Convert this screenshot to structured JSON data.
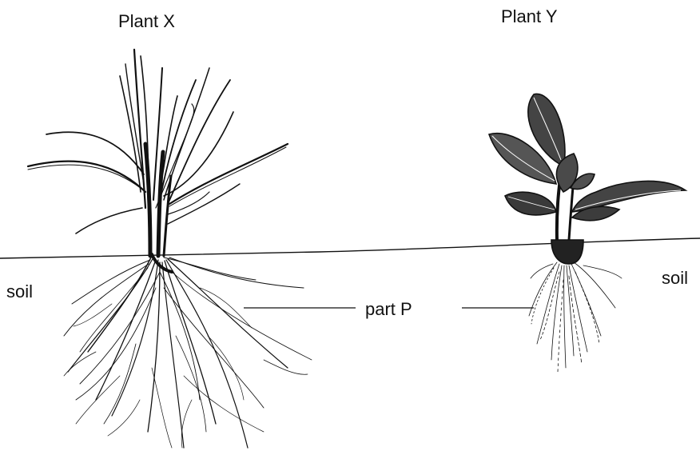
{
  "labels": {
    "plant_x": "Plant X",
    "plant_y": "Plant Y",
    "soil_left": "soil",
    "soil_right": "soil",
    "part_p": "part P"
  },
  "colors": {
    "ink": "#111111",
    "background": "#ffffff"
  }
}
